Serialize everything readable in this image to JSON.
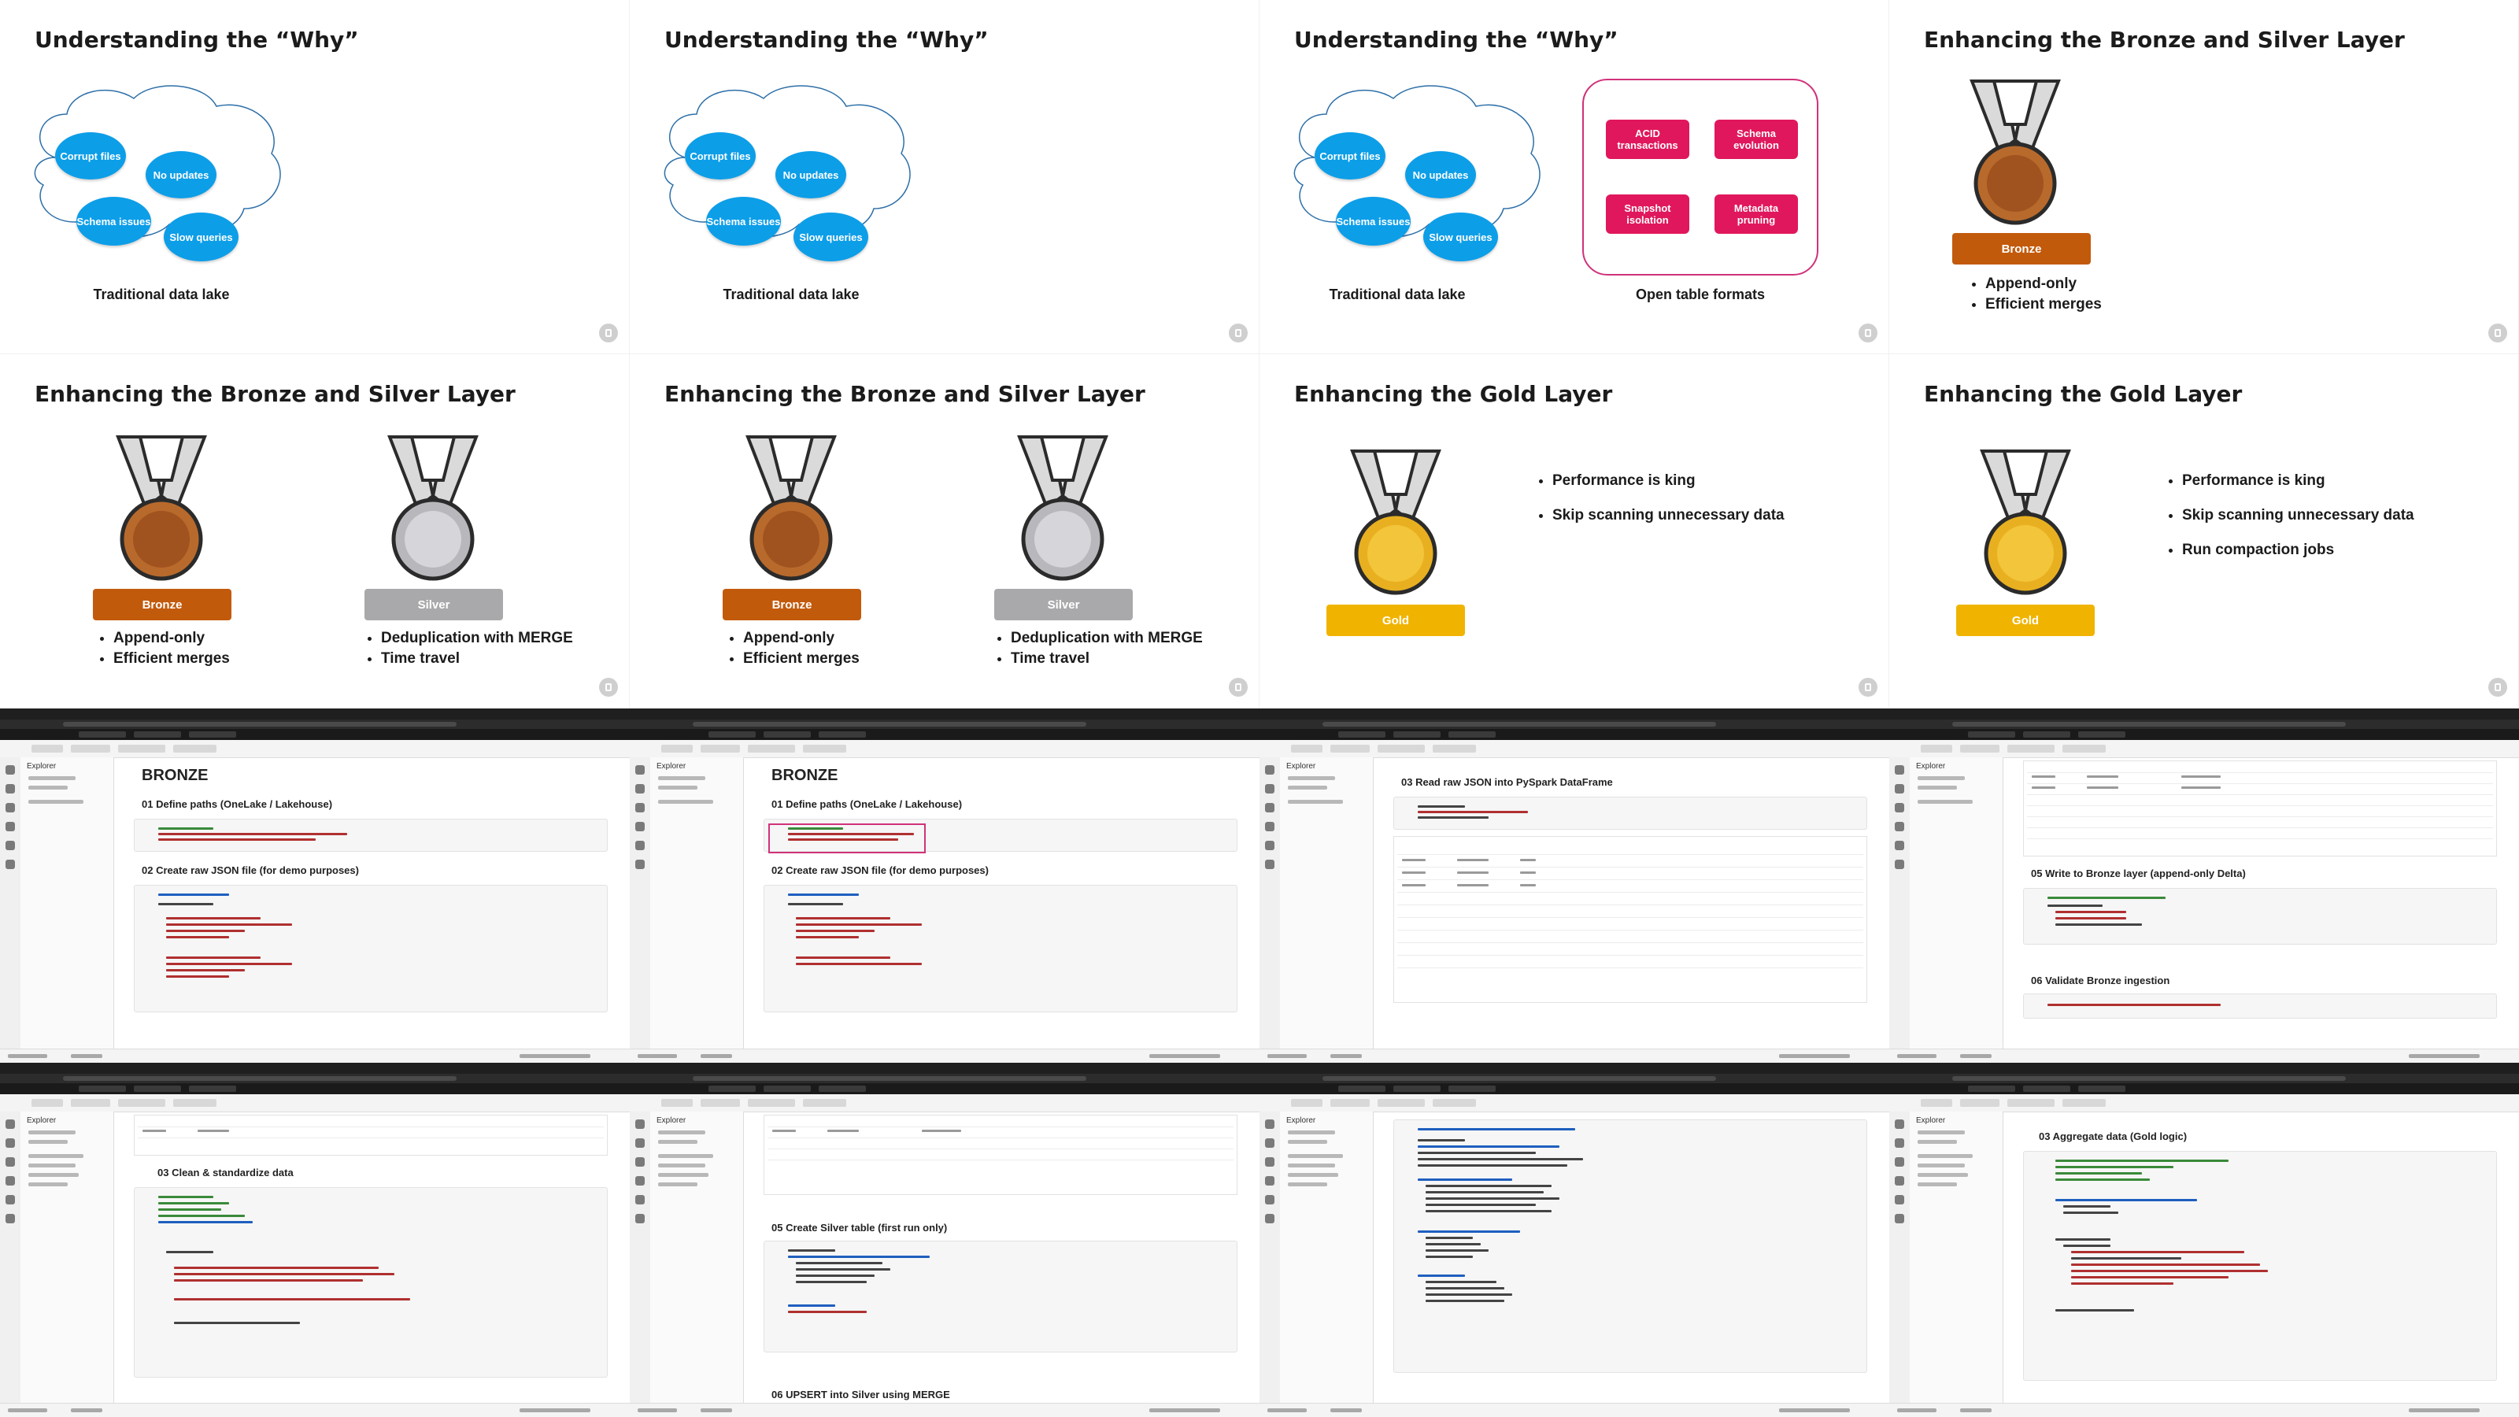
{
  "slides": {
    "s1": {
      "title": "Understanding the “Why”",
      "bubbles": [
        "Corrupt files",
        "No updates",
        "Schema issues",
        "Slow queries"
      ],
      "caption": "Traditional data lake"
    },
    "s2": {
      "title": "Understanding the “Why”",
      "bubbles": [
        "Corrupt files",
        "No updates",
        "Schema issues",
        "Slow queries"
      ],
      "caption": "Traditional data lake"
    },
    "s3": {
      "title": "Understanding the “Why”",
      "bubbles": [
        "Corrupt files",
        "No updates",
        "Schema issues",
        "Slow queries"
      ],
      "caption": "Traditional data lake",
      "otf_pills": [
        "ACID transactions",
        "Schema evolution",
        "Snapshot isolation",
        "Metadata pruning"
      ],
      "otf_caption": "Open table formats"
    },
    "s4": {
      "title": "Enhancing the Bronze and Silver Layer",
      "medal_label": "Bronze",
      "bullets": [
        "Append-only",
        "Efficient merges"
      ]
    },
    "s5": {
      "title": "Enhancing the Bronze and Silver Layer",
      "bronze_label": "Bronze",
      "bronze_bullets": [
        "Append-only",
        "Efficient merges"
      ],
      "silver_label": "Silver",
      "silver_bullets": [
        "Deduplication with MERGE",
        "Time travel"
      ]
    },
    "s6": {
      "title": "Enhancing the Bronze and Silver Layer",
      "bronze_label": "Bronze",
      "bronze_bullets": [
        "Append-only",
        "Efficient merges"
      ],
      "silver_label": "Silver",
      "silver_bullets": [
        "Deduplication with MERGE",
        "Time travel"
      ]
    },
    "s7": {
      "title": "Enhancing the Gold Layer",
      "medal_label": "Gold",
      "bullets": [
        "Performance is king",
        "Skip scanning unnecessary data"
      ]
    },
    "s8": {
      "title": "Enhancing the Gold Layer",
      "medal_label": "Gold",
      "bullets": [
        "Performance is king",
        "Skip scanning unnecessary data",
        "Run compaction jobs"
      ]
    }
  },
  "shots": {
    "r3c1": {
      "explorer_title": "Explorer",
      "h1": "BRONZE",
      "h2a": "01 Define paths (OneLake / Lakehouse)",
      "h2b": "02 Create raw JSON file (for demo purposes)"
    },
    "r3c2": {
      "explorer_title": "Explorer",
      "h1": "BRONZE",
      "h2a": "01 Define paths (OneLake / Lakehouse)",
      "h2b": "02 Create raw JSON file (for demo purposes)"
    },
    "r3c3": {
      "explorer_title": "Explorer",
      "h2a": "03 Read raw JSON into PySpark DataFrame"
    },
    "r3c4": {
      "explorer_title": "Explorer",
      "h2a": "05 Write to Bronze layer (append-only Delta)",
      "h2b": "06 Validate Bronze ingestion"
    },
    "r4c1": {
      "explorer_title": "Explorer",
      "h2a": "03 Clean & standardize data"
    },
    "r4c2": {
      "explorer_title": "Explorer",
      "h2a": "05 Create Silver table (first run only)",
      "h2b": "06 UPSERT into Silver using MERGE"
    },
    "r4c3": {
      "explorer_title": "Explorer"
    },
    "r4c4": {
      "explorer_title": "Explorer",
      "h2a": "03 Aggregate data (Gold logic)"
    }
  },
  "colors": {
    "bubble": "#0d9ee8",
    "otf_pill": "#e0175c",
    "otf_border": "#d0327a",
    "bronze": "#c25a0c",
    "silver": "#a9a9ab",
    "gold": "#f0b400"
  },
  "icons": {
    "cloud": "cloud-outline-icon",
    "medal": "medal-icon",
    "corner": "share-icon"
  }
}
